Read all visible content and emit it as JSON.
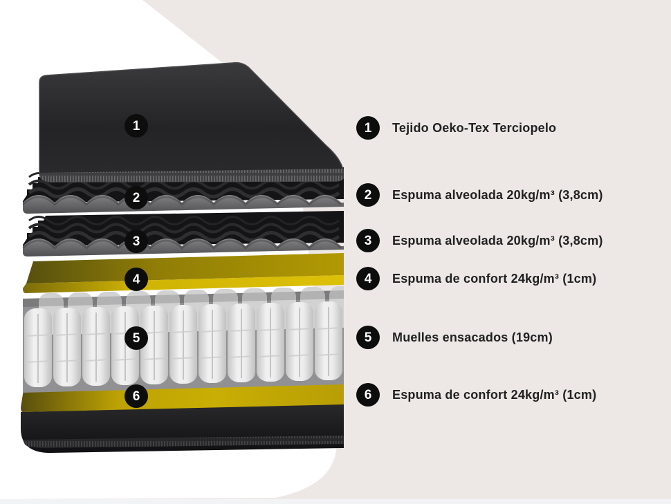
{
  "palette": {
    "page_bg": "#ede8e6",
    "accent_white": "#ffffff",
    "bottom_strip": "#f2f3f5",
    "badge_bg": "#0d0d0d",
    "badge_text": "#ffffff",
    "label_text": "#212121",
    "cover_dark": "#2c2c2e",
    "foam_dark": "#151517",
    "foam_front_gray": "#6c6c6e",
    "comfort_yellow": "#c3a804",
    "spring_white": "#ededed",
    "base_dark": "#1a1a1c"
  },
  "layers": [
    {
      "num": "1",
      "label": "Tejido Oeko-Tex Terciopelo"
    },
    {
      "num": "2",
      "label": "Espuma alveolada 20kg/m³ (3,8cm)"
    },
    {
      "num": "3",
      "label": "Espuma alveolada 20kg/m³ (3,8cm)"
    },
    {
      "num": "4",
      "label": "Espuma de confort 24kg/m³ (1cm)"
    },
    {
      "num": "5",
      "label": "Muelles ensacados (19cm)"
    },
    {
      "num": "6",
      "label": "Espuma de confort 24kg/m³ (1cm)"
    }
  ]
}
